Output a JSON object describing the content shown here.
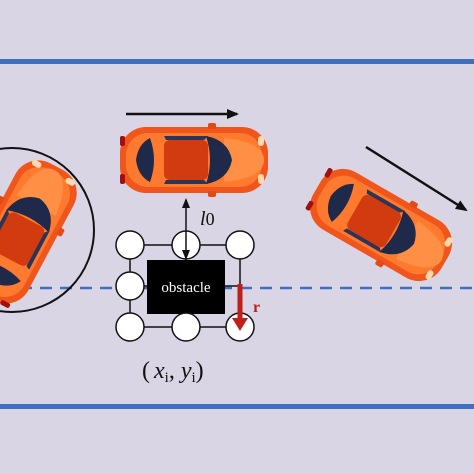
{
  "labels": {
    "obstacle": "obstacle",
    "r": "r",
    "l": "l",
    "l_sub": "0",
    "coord_open": "(",
    "coord_x": "x",
    "coord_xsub": "i",
    "coord_comma": ",",
    "coord_y": "y",
    "coord_ysub": "i",
    "coord_close": ")"
  },
  "colors": {
    "background": "#d9d5e4",
    "lane_edge": "#3f6fc0",
    "lane_center": "#3f6fc0",
    "car_body": "#f0561c",
    "car_highlight": "#ff8a3d",
    "window": "#1f2a4a",
    "obstacle": "#000000",
    "arrow_r": "#c0201c"
  }
}
